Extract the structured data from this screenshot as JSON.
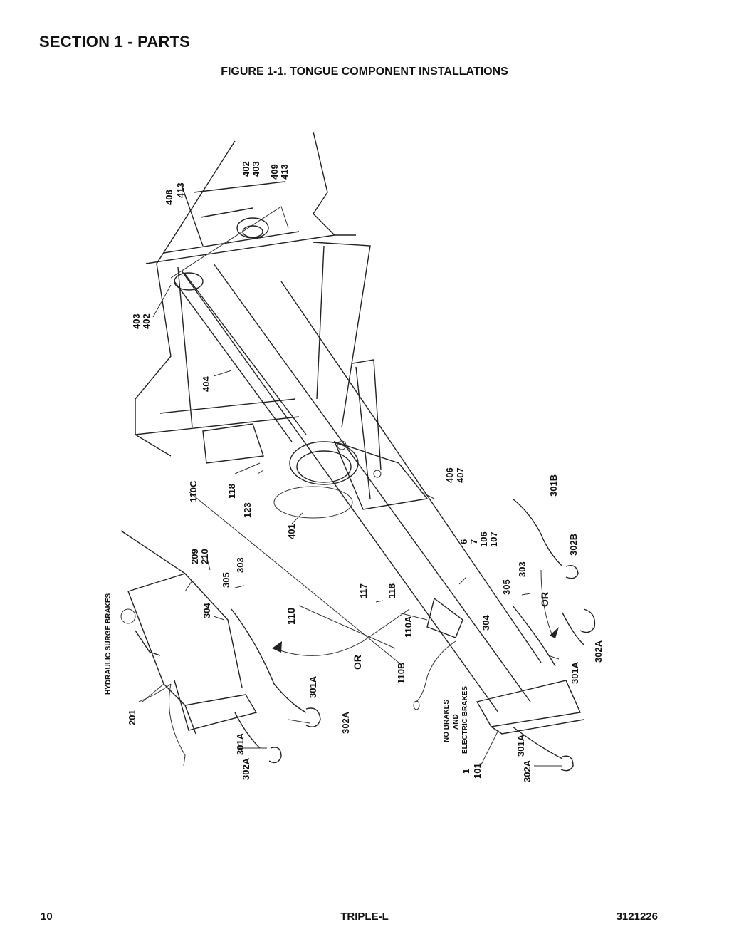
{
  "header": {
    "section_title": "SECTION 1 - PARTS",
    "figure_title": "FIGURE 1-1. TONGUE COMPONENT INSTALLATIONS"
  },
  "callouts": {
    "c408": "408",
    "c413a": "413",
    "c402a": "402",
    "c403a": "403",
    "c409": "409",
    "c413b": "413",
    "c403b": "403",
    "c402b": "402",
    "c404": "404",
    "c110c": "110C",
    "c118a": "118",
    "c123": "123",
    "c401": "401",
    "c406": "406",
    "c407": "407",
    "c301b": "301B",
    "c302b": "302B",
    "c6": "6",
    "c7": "7",
    "c106": "106",
    "c107": "107",
    "c209": "209",
    "c210": "210",
    "c305a": "305",
    "c303a": "303",
    "c304a": "304",
    "c117": "117",
    "c118b": "118",
    "c110": "110",
    "c110a": "110A",
    "c305b": "305",
    "c303b": "303",
    "c304b": "304",
    "c302a_r": "302A",
    "c301a_r": "301A",
    "c110b": "110B",
    "c301a_m": "301A",
    "c302a_m": "302A",
    "c201": "201",
    "c301a_l": "301A",
    "c302a_l": "302A",
    "c301a_b": "301A",
    "c302a_b": "302A",
    "c1": "1",
    "c101": "101",
    "or1": "OR",
    "or2": "OR",
    "hydraulic": "HYDRAULIC SURGE BRAKES",
    "nobrakes1": "NO BRAKES",
    "nobrakes2": "AND",
    "nobrakes3": "ELECTRIC BRAKES"
  },
  "footer": {
    "page_number": "10",
    "model": "TRIPLE-L",
    "doc_number": "3121226"
  }
}
